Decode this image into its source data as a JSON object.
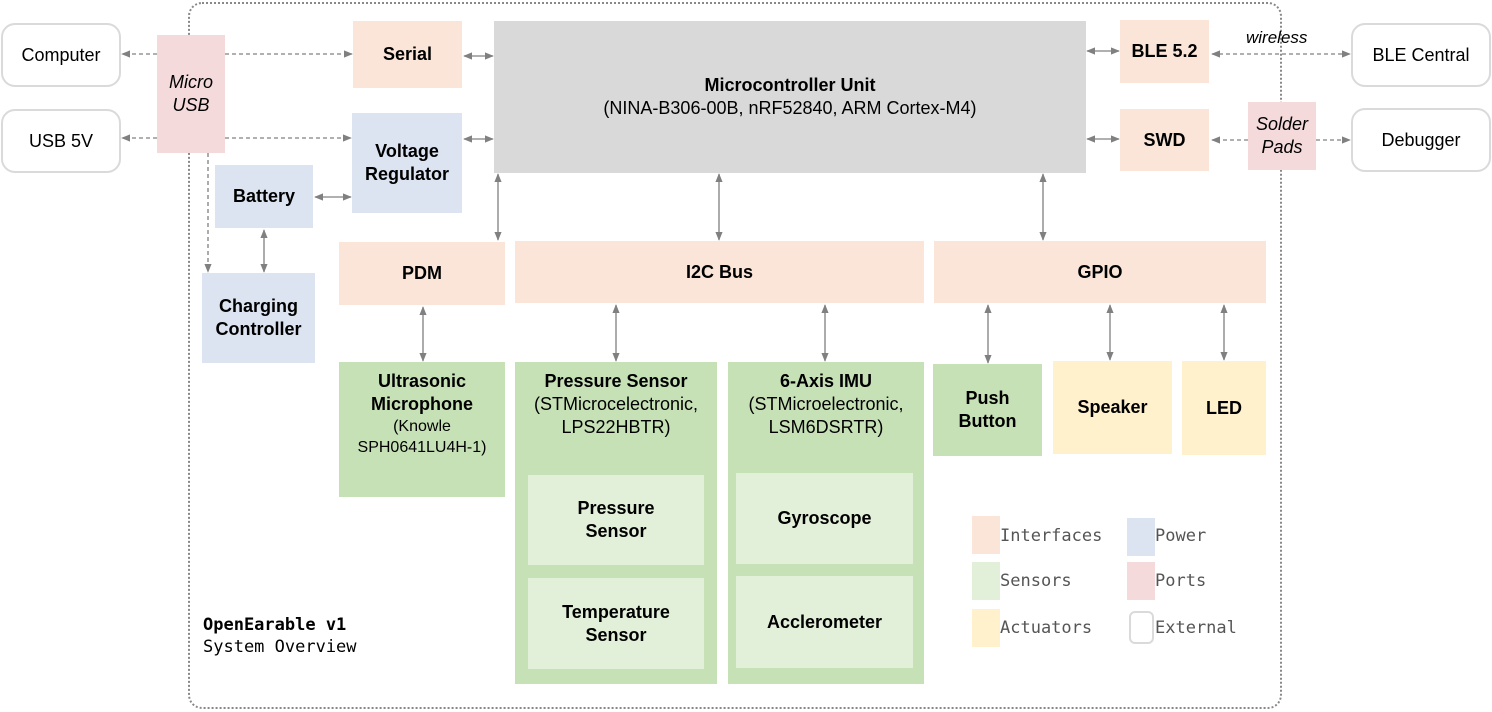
{
  "title": {
    "name": "OpenEarable v1",
    "subtitle": "System Overview"
  },
  "external": {
    "computer": "Computer",
    "usb5v": "USB 5V",
    "ble_central": "BLE Central",
    "debugger": "Debugger"
  },
  "ports": {
    "micro_usb": [
      "Micro",
      "USB"
    ],
    "solder_pads": [
      "Solder",
      "Pads"
    ]
  },
  "interfaces": {
    "serial": "Serial",
    "ble": "BLE 5.2",
    "swd": "SWD",
    "pdm": "PDM",
    "i2c": "I2C Bus",
    "gpio": "GPIO"
  },
  "power": {
    "voltage_regulator": [
      "Voltage",
      "Regulator"
    ],
    "battery": "Battery",
    "charging_controller": [
      "Charging",
      "Controller"
    ]
  },
  "mcu": {
    "title": "Microcontroller Unit",
    "subtitle": "(NINA-B306-00B, nRF52840, ARM Cortex-M4)"
  },
  "sensors": {
    "microphone": {
      "title": [
        "Ultrasonic",
        "Microphone"
      ],
      "subtitle": [
        "(Knowle",
        "SPH0641LU4H-1)"
      ]
    },
    "pressure": {
      "title": "Pressure Sensor",
      "subtitle": [
        "(STMicrocelectronic,",
        "LPS22HBTR)"
      ],
      "parts": [
        [
          "Pressure",
          "Sensor"
        ],
        [
          "Temperature",
          "Sensor"
        ]
      ]
    },
    "imu": {
      "title": "6-Axis IMU",
      "subtitle": [
        "(STMicroelectronic,",
        "LSM6DSRTR)"
      ],
      "parts": [
        "Gyroscope",
        "Acclerometer"
      ]
    },
    "push_button": [
      "Push",
      "Button"
    ]
  },
  "actuators": {
    "speaker": "Speaker",
    "led": "LED"
  },
  "edge_labels": {
    "wireless": "wireless"
  },
  "legend": {
    "items": [
      {
        "label": "Interfaces",
        "color": "#fae5d8"
      },
      {
        "label": "Power",
        "color": "#dce3f1"
      },
      {
        "label": "Sensors",
        "color": "#e3f0d9"
      },
      {
        "label": "Ports",
        "color": "#f5dadb"
      },
      {
        "label": "Actuators",
        "color": "#fff1cc"
      },
      {
        "label": "External",
        "color": "#ffffff"
      }
    ]
  }
}
